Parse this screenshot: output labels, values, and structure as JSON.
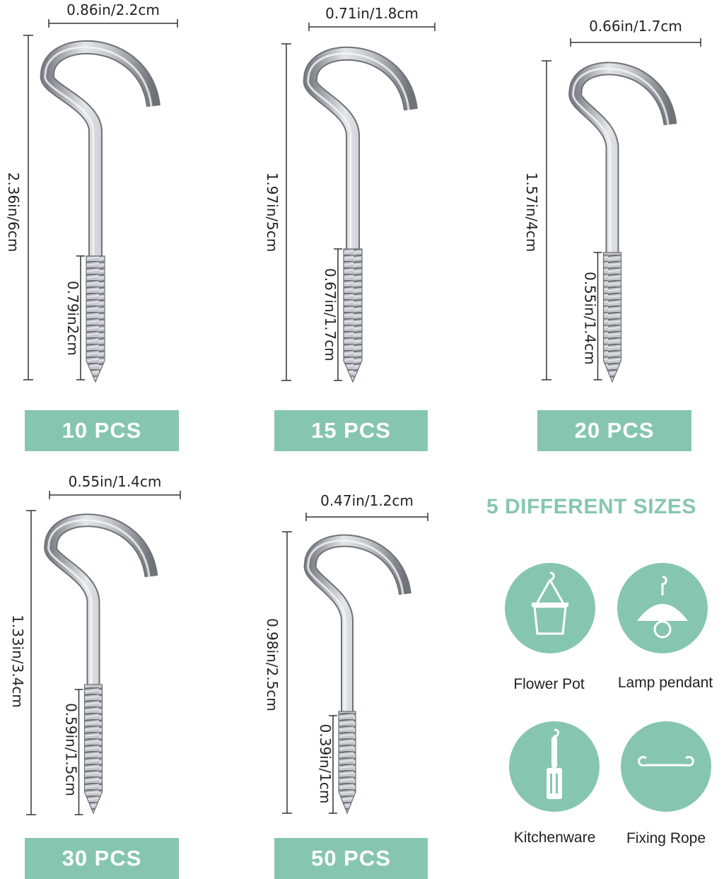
{
  "products": [
    {
      "quantity_label": "10 PCS",
      "width_label": "0.86in/2.2cm",
      "height_label": "2.36in/6cm",
      "thread_label": "0.79in2cm"
    },
    {
      "quantity_label": "15 PCS",
      "width_label": "0.71in/1.8cm",
      "height_label": "1.97in/5cm",
      "thread_label": "0.67in/1.7cm"
    },
    {
      "quantity_label": "20 PCS",
      "width_label": "0.66in/1.7cm",
      "height_label": "1.57in/4cm",
      "thread_label": "0.55in/1.4cm"
    },
    {
      "quantity_label": "30 PCS",
      "width_label": "0.55in/1.4cm",
      "height_label": "1.33in/3.4cm",
      "thread_label": "0.59in/1.5cm"
    },
    {
      "quantity_label": "50 PCS",
      "width_label": "0.47in/1.2cm",
      "height_label": "0.98in/2.5cm",
      "thread_label": "0.39in/1cm"
    }
  ],
  "heading": "5 DIFFERENT SIZES",
  "uses": [
    {
      "label": "Flower Pot",
      "icon": "flower-pot-icon"
    },
    {
      "label": "Lamp pendant",
      "icon": "lamp-pendant-icon"
    },
    {
      "label": "Kitchenware",
      "icon": "kitchenware-icon"
    },
    {
      "label": "Fixing Rope",
      "icon": "fixing-rope-icon"
    }
  ],
  "colors": {
    "accent": "#86c6b1",
    "metal": "#b9bcc1",
    "text": "#222222"
  }
}
